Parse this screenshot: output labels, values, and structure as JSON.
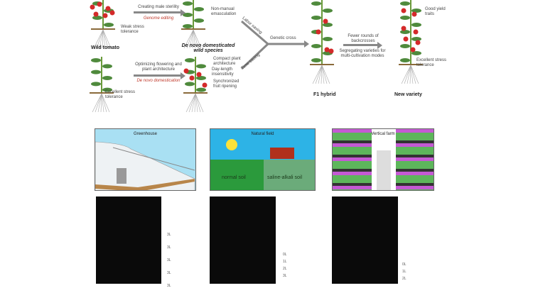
{
  "top": {
    "wild_tomato": {
      "label": "Wild tomato",
      "note": "Weak stress tolerance"
    },
    "arrow1": {
      "top": "Creating male sterility",
      "bottom": "Genome editing"
    },
    "plant2": {
      "note": "Non-manual emasculation"
    },
    "de_novo_label": "De novo domesticated wild species",
    "wild_species": {
      "note": "Excellent stress tolerance"
    },
    "arrow2": {
      "top": "Optimizing flowering and plant architecture",
      "bottom": "De novo domestication"
    },
    "plant4": {
      "notes": [
        "Compact plant architecture",
        "Day-length insensitivity",
        "Synchronized fruit ripening"
      ]
    },
    "branch": {
      "upper": "Labor saving",
      "lower": "Time saving",
      "label": "Genetic cross"
    },
    "f1": {
      "label": "F1 hybrid"
    },
    "arrow3": {
      "top": "Fewer rounds of backcrosses",
      "bottom": "Segregating varieties for multi-cultivation modes"
    },
    "new_variety": {
      "label": "New variety",
      "notes": [
        "Good yield traits",
        "Excellent stress tolerance"
      ]
    }
  },
  "panels": [
    {
      "title": "Greenhouse"
    },
    {
      "title": "Natural field",
      "left_soil": "normal soil",
      "right_soil": "saline-alkali soil"
    },
    {
      "title": "Vertical farm"
    }
  ],
  "bottom": {
    "labels1": [
      "3L",
      "3L",
      "3L",
      "3L",
      "3L"
    ],
    "labels2": [
      "0L",
      "1L",
      "2L",
      "3L"
    ],
    "labels3": [
      "0L",
      "1L",
      "2L"
    ]
  }
}
